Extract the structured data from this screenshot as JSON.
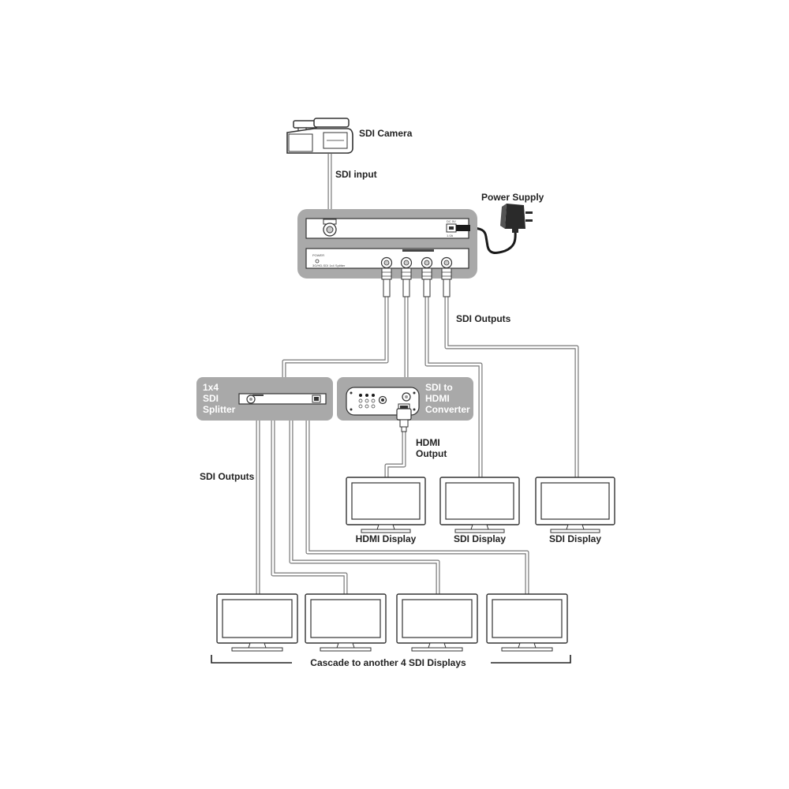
{
  "labels": {
    "camera": "SDI Camera",
    "sdi_input": "SDI input",
    "power_supply": "Power Supply",
    "sdi_outputs_main": "SDI Outputs",
    "splitter_line1": "1x4",
    "splitter_line2": "SDI",
    "splitter_line3": "Splitter",
    "converter_line1": "SDI to",
    "converter_line2": "HDMI",
    "converter_line3": "Converter",
    "hdmi_output_line1": "HDMI",
    "hdmi_output_line2": "Output",
    "sdi_outputs_side": "SDI Outputs",
    "hdmi_display": "HDMI Display",
    "sdi_display_1": "SDI Display",
    "sdi_display_2": "SDI Display",
    "cascade": "Cascade to another 4 SDI Displays"
  },
  "colors": {
    "panel": "#a9a9a9",
    "device": "#ffffff",
    "outline": "#333333",
    "cable": "#777777"
  }
}
